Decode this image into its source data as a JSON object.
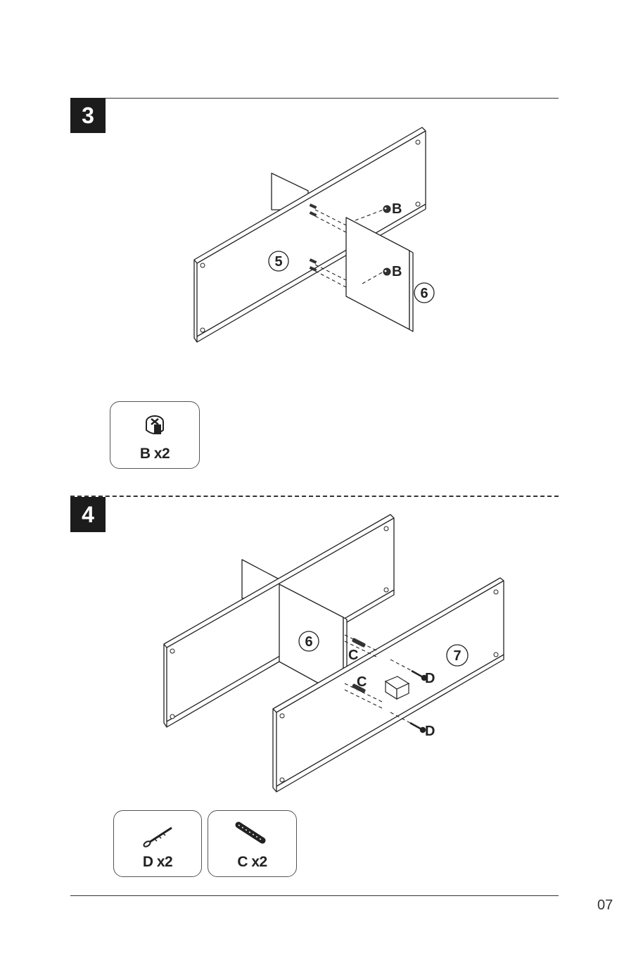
{
  "steps": [
    {
      "number": "3",
      "panel_labels": [
        "5",
        "6"
      ],
      "callouts": [
        "B",
        "B"
      ],
      "parts": [
        {
          "label": "B x2",
          "icon": "cam-lock-icon"
        }
      ]
    },
    {
      "number": "4",
      "panel_labels": [
        "6",
        "7"
      ],
      "callouts": [
        "C",
        "C",
        "D",
        "D"
      ],
      "parts": [
        {
          "label": "D x2",
          "icon": "screw-icon"
        },
        {
          "label": "C x2",
          "icon": "dowel-icon"
        }
      ]
    }
  ],
  "page_number": "07"
}
